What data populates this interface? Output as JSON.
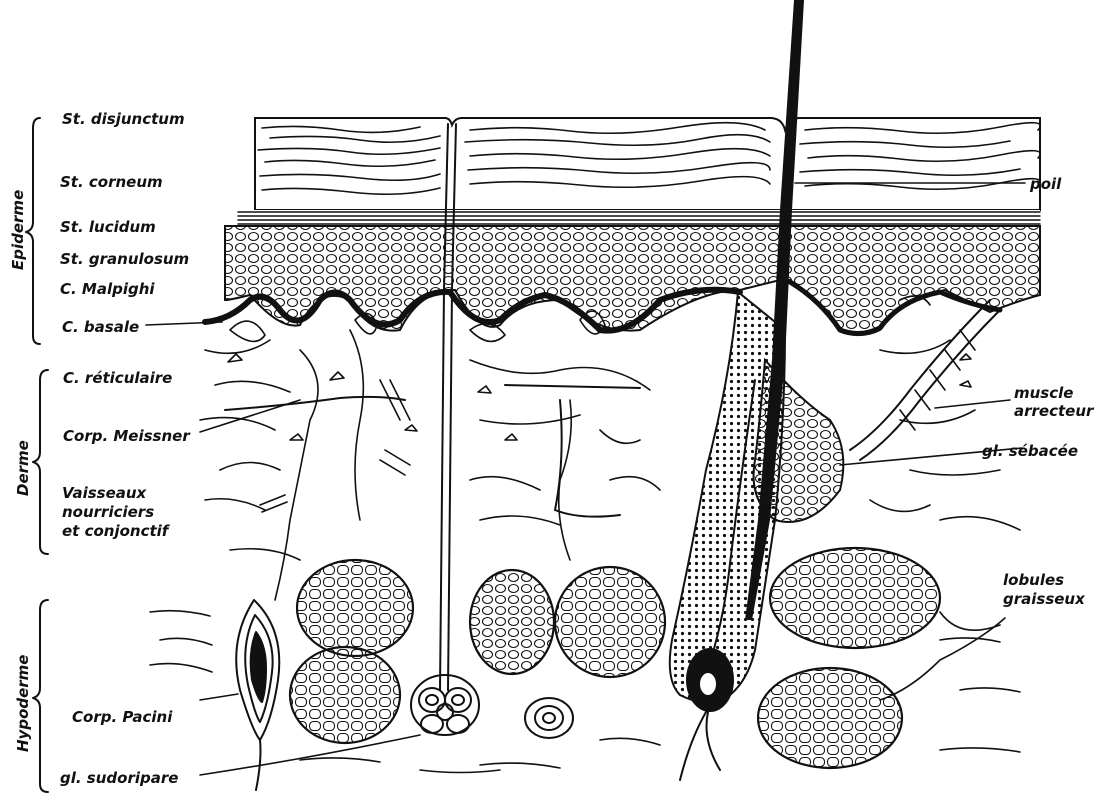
{
  "figure": {
    "groups": {
      "epiderme": "Epiderme",
      "derme": "Derme",
      "hypoderme": "Hypoderme"
    },
    "left_labels": {
      "st_disjunctum": "St. disjunctum",
      "st_corneum": "St. corneum",
      "st_lucidum": "St. lucidum",
      "st_granulosum": "St. granulosum",
      "c_malpighi": "C. Malpighi",
      "c_basale": "C. basale",
      "c_reticulaire": "C. réticulaire",
      "corp_meissner": "Corp. Meissner",
      "vaisseaux_1": "Vaisseaux",
      "vaisseaux_2": "nourriciers",
      "vaisseaux_3": "et conjonctif",
      "corp_pacini": "Corp. Pacini",
      "gl_sudoripare": "gl. sudoripare"
    },
    "right_labels": {
      "poil": "poil",
      "muscle_1": "muscle",
      "muscle_2": "arrecteur",
      "gl_sebacee": "gl. sébacée",
      "lobules_1": "lobules",
      "lobules_2": "graisseux"
    }
  }
}
